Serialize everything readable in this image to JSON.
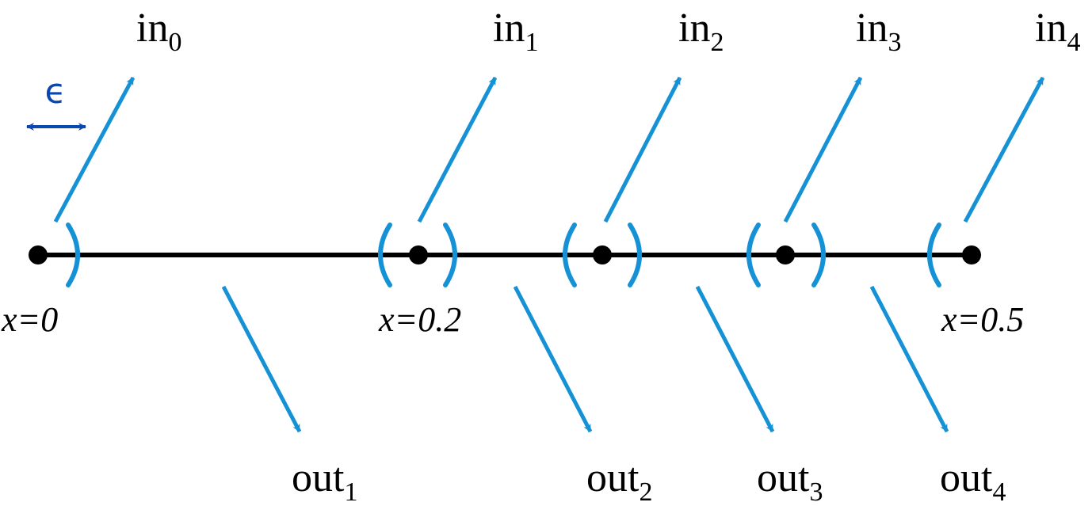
{
  "colors": {
    "arrow": "#1591d6",
    "bracket": "#1591d6",
    "epsilon": "#0b47b0",
    "line": "#000000"
  },
  "epsilon": {
    "label": "ϵ"
  },
  "coordinates": [
    {
      "text": "x=0"
    },
    {
      "text": "x=0.2"
    },
    {
      "text": "x=0.5"
    }
  ],
  "in_labels": [
    {
      "base": "in",
      "sub": "0"
    },
    {
      "base": "in",
      "sub": "1"
    },
    {
      "base": "in",
      "sub": "2"
    },
    {
      "base": "in",
      "sub": "3"
    },
    {
      "base": "in",
      "sub": "4"
    }
  ],
  "out_labels": [
    {
      "base": "out",
      "sub": "1"
    },
    {
      "base": "out",
      "sub": "2"
    },
    {
      "base": "out",
      "sub": "3"
    },
    {
      "base": "out",
      "sub": "4"
    }
  ]
}
